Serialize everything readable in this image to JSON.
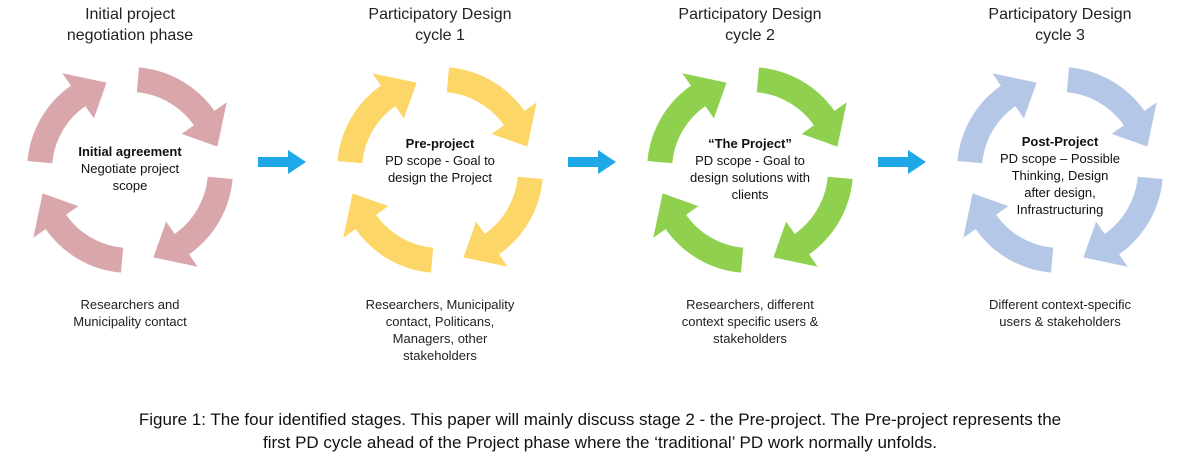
{
  "stages": [
    {
      "title": [
        "Initial project",
        "negotiation phase"
      ],
      "center_bold": "Initial agreement",
      "center_lines": [
        "Negotiate project",
        "scope"
      ],
      "participants": [
        "Researchers and",
        "Municipality contact"
      ],
      "color": "#d9a7ab"
    },
    {
      "title": [
        "Participatory Design",
        "cycle 1"
      ],
      "center_bold": "Pre-project",
      "center_lines": [
        "PD scope - Goal to",
        "design the Project"
      ],
      "participants": [
        "Researchers, Municipality",
        "contact, Politicans,",
        "Managers, other",
        "stakeholders"
      ],
      "color": "#fcd667"
    },
    {
      "title": [
        "Participatory Design",
        "cycle 2"
      ],
      "center_bold": "“The Project”",
      "center_lines": [
        "PD scope - Goal to",
        "design solutions with",
        "clients"
      ],
      "participants": [
        "Researchers, different",
        "context specific users &",
        "stakeholders"
      ],
      "color": "#8fd14f"
    },
    {
      "title": [
        "Participatory Design",
        "cycle 3"
      ],
      "center_bold": "Post-Project",
      "center_lines": [
        "PD scope – Possible",
        "Thinking, Design",
        "after design,",
        "Infrastructuring"
      ],
      "participants": [
        "Different context-specific",
        "users & stakeholders"
      ],
      "color": "#b4c7e7"
    }
  ],
  "flow_arrow_color": "#1fa8e8",
  "caption": [
    "Figure 1: The four identified stages. This paper will mainly discuss stage 2 - the Pre-project. The Pre-project represents the",
    "first PD cycle ahead of the Project phase where the ‘traditional’ PD work normally unfolds."
  ]
}
